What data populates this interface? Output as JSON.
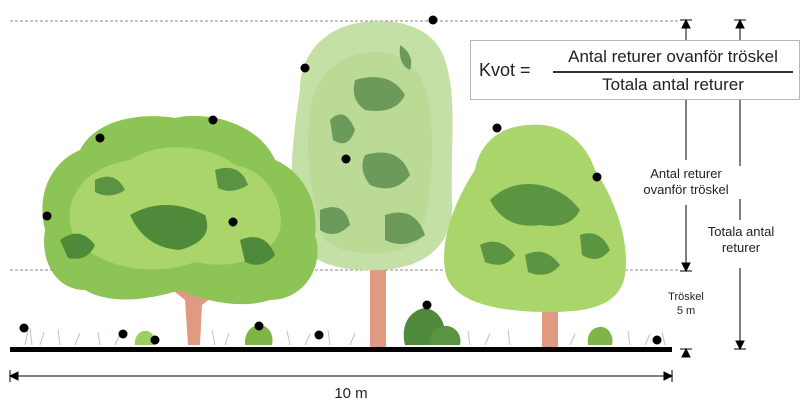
{
  "formula": {
    "lhs": "Kvot =",
    "numerator": "Antal returer ovanför tröskel",
    "denominator": "Totala antal returer"
  },
  "labels": {
    "returns_above_line1": "Antal returer",
    "returns_above_line2": "ovanför tröskel",
    "total_line1": "Totala antal",
    "total_line2": "returer",
    "threshold_line1": "Tröskel",
    "threshold_line2": "5 m",
    "width": "10 m"
  },
  "colors": {
    "tree_light": "#a9d56a",
    "tree_mid": "#7fb548",
    "tree_dark": "#4f8a3a",
    "pale_tree": "#c5e0a6",
    "trunk": "#e09a82",
    "ground": "#000000",
    "dot": "#000000"
  }
}
